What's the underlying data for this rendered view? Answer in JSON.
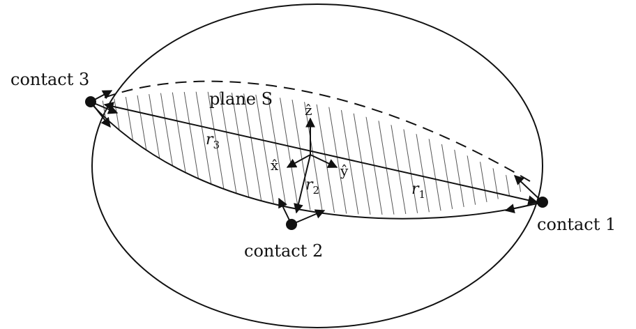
{
  "labels": {
    "contact1": "contact 1",
    "contact2": "contact 2",
    "contact3": "contact 3",
    "plane": "plane S",
    "r1": "r",
    "r1_sub": "1",
    "r2": "r",
    "r2_sub": "2",
    "r3": "r",
    "r3_sub": "3",
    "z_axis": "ẑ",
    "x_axis": "x̂",
    "y_axis": "ŷ"
  },
  "colors": {
    "ink": "#111111",
    "hatch": "#555555",
    "background": "#ffffff"
  }
}
